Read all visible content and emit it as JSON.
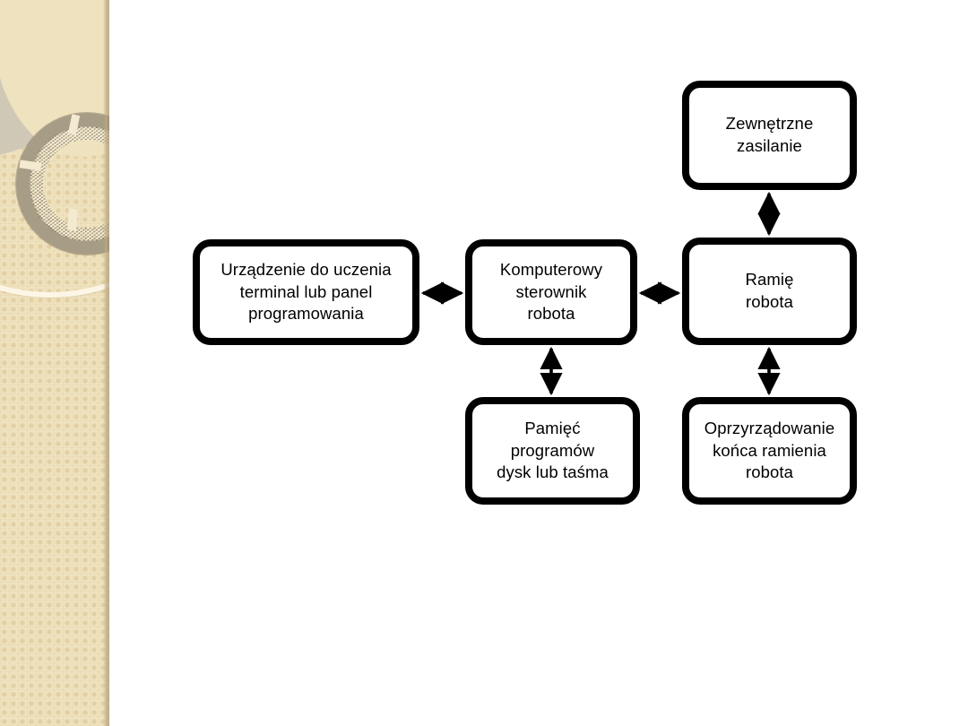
{
  "slide": {
    "background_color": "#ffffff",
    "sidebar_color": "#efe2bf",
    "accent_grey": "#cdc7b6",
    "line_color": "#000000"
  },
  "diagram": {
    "type": "block-diagram",
    "language": "pl",
    "nodes": [
      {
        "id": "teach",
        "label": "Urządzenie do uczenia\nterminal lub panel\nprogramowania"
      },
      {
        "id": "ctrl",
        "label": "Komputerowy\nsterownik\nrobota"
      },
      {
        "id": "power",
        "label": "Zewnętrzne\nzasilanie"
      },
      {
        "id": "arm",
        "label": "Ramię\nrobota"
      },
      {
        "id": "memory",
        "label": "Pamięć\nprogramów\ndysk lub taśma"
      },
      {
        "id": "tool",
        "label": "Oprzyrządowanie\nkońca ramienia\nrobota"
      }
    ],
    "connections": [
      {
        "from": "teach",
        "to": "ctrl",
        "style": "double-arrow",
        "orientation": "horizontal"
      },
      {
        "from": "ctrl",
        "to": "arm",
        "style": "double-arrow",
        "orientation": "horizontal"
      },
      {
        "from": "power",
        "to": "arm",
        "style": "double-arrow",
        "orientation": "vertical"
      },
      {
        "from": "ctrl",
        "to": "memory",
        "style": "double-arrow",
        "orientation": "vertical"
      },
      {
        "from": "arm",
        "to": "tool",
        "style": "double-arrow",
        "orientation": "vertical"
      }
    ]
  }
}
